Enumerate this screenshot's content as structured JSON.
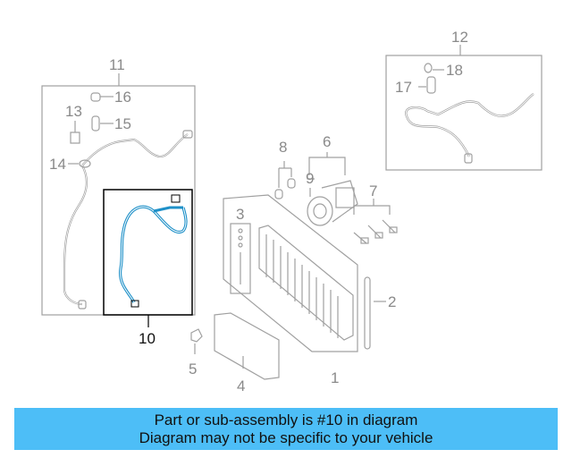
{
  "callouts": {
    "c1": "1",
    "c2": "2",
    "c3": "3",
    "c4": "4",
    "c5": "5",
    "c6": "6",
    "c7": "7",
    "c8": "8",
    "c9": "9",
    "c10": "10",
    "c11": "11",
    "c12": "12",
    "c13": "13",
    "c14": "14",
    "c15": "15",
    "c16": "16",
    "c17": "17",
    "c18": "18"
  },
  "caption": {
    "line1": "Part or sub-assembly is #10 in diagram",
    "line2": "Diagram may not be specific to your vehicle"
  },
  "colors": {
    "highlight": "#1e90c8",
    "caption_bg": "#4dbef7",
    "line_gray": "#9a9a9a",
    "frame_black": "#000000"
  }
}
